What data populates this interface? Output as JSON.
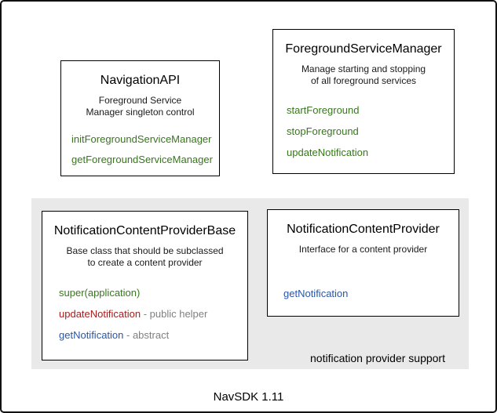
{
  "frame": {
    "caption": "NavSDK 1.11"
  },
  "group": {
    "label": "notification provider support",
    "bg_color": "#e9e9e9"
  },
  "colors": {
    "method_green": "#38761d",
    "method_red": "#a61d1d",
    "method_blue": "#2a56a5",
    "annotation_gray": "#808080"
  },
  "boxes": {
    "navigation_api": {
      "title": "NavigationAPI",
      "desc1": "Foreground Service",
      "desc2": "Manager singleton control",
      "m1": "initForegroundServiceManager",
      "m2": "getForegroundServiceManager"
    },
    "foreground_service_manager": {
      "title": "ForegroundServiceManager",
      "desc1": "Manage starting and stopping",
      "desc2": "of all foreground services",
      "m1": "startForeground",
      "m2": "stopForeground",
      "m3": "updateNotification"
    },
    "notification_content_provider_base": {
      "title": "NotificationContentProviderBase",
      "desc1": "Base class that should be subclassed",
      "desc2": "to create a content provider",
      "m1": "super(application)",
      "m2": "updateNotification",
      "m2_suffix": " - public helper",
      "m3": "getNotification",
      "m3_suffix": " - abstract"
    },
    "notification_content_provider": {
      "title": "NotificationContentProvider",
      "desc1": "Interface for a content provider",
      "m1": "getNotification"
    }
  }
}
